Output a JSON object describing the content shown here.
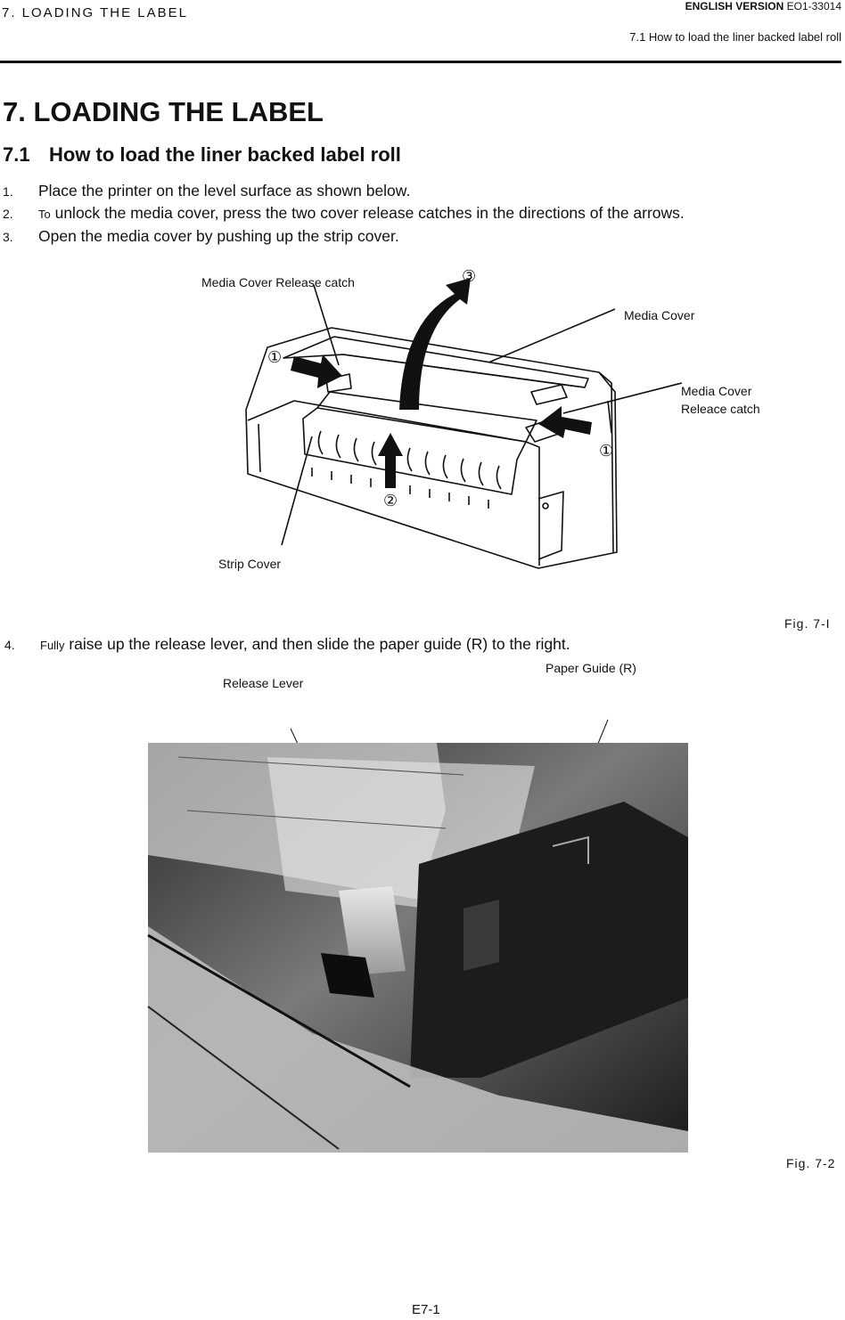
{
  "header": {
    "left": "7.  LOADING  THE  LABEL",
    "right_version": "ENGLISH VERSION",
    "right_code": "EO1-33014",
    "right_section": "7.1  How to load the liner backed label roll"
  },
  "title": "7. LOADING THE LABEL",
  "section": {
    "number": "7.1",
    "title": "How to load the liner backed label roll"
  },
  "steps": [
    {
      "num": "1.",
      "text": "Place the printer on the level surface as shown below."
    },
    {
      "num": "2.",
      "lead": "To",
      "text": " unlock the media cover, press the two cover release catches in the directions of the arrows."
    },
    {
      "num": "3.",
      "text": "Open the media cover by pushing up the strip cover."
    }
  ],
  "fig1": {
    "callouts": {
      "release_catch_left": "Media Cover Release catch",
      "media_cover": "Media Cover",
      "release_catch_right_1": "Media Cover",
      "release_catch_right_2": "Releace catch",
      "strip_cover": "Strip Cover"
    },
    "markers": {
      "one": "①",
      "two": "②",
      "three": "③"
    },
    "caption": "Fig.  7-I"
  },
  "step4": {
    "num": "4.",
    "lead": "Fully",
    "text": " raise up the release lever, and then slide the paper guide (R) to the right."
  },
  "fig2": {
    "callouts": {
      "release_lever": "Release  Lever",
      "paper_guide": "Paper Guide (R)"
    },
    "caption": "Fig.  7-2"
  },
  "page_number": "E7-1"
}
